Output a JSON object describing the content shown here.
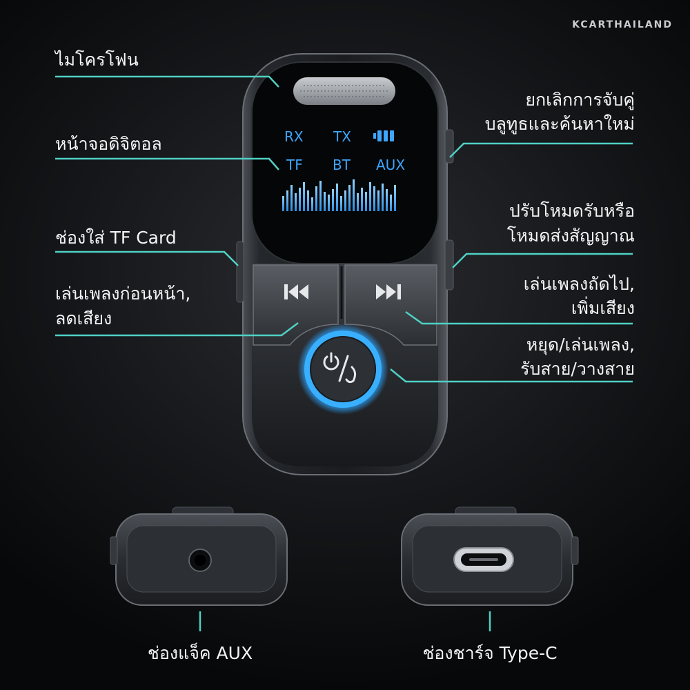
{
  "brand": "KCARTHAILAND",
  "labels": {
    "microphone": "ไมโครโฟน",
    "digital_screen": "หน้าจอดิจิตอล",
    "tf_slot": "ช่องใส่ TF Card",
    "prev_line1": "เล่นเพลงก่อนหน้า,",
    "prev_line2": "ลดเสียง",
    "pair_line1": "ยกเลิกการจับคู่",
    "pair_line2": "บลูทูธและค้นหาใหม่",
    "mode_line1": "ปรับโหมดรับหรือ",
    "mode_line2": "โหมดส่งสัญญาณ",
    "next_line1": "เล่นเพลงถัดไป,",
    "next_line2": "เพิ่มเสียง",
    "play_line1": "หยุด/เล่นเพลง,",
    "play_line2": "รับสาย/วางสาย",
    "aux_jack": "ช่องแจ็ค AUX",
    "typec_port": "ช่องชาร์จ Type-C"
  },
  "screen": {
    "rx": "RX",
    "tx": "TX",
    "tf": "TF",
    "bt": "BT",
    "aux": "AUX"
  },
  "colors": {
    "accent_line": "#4fd1c5",
    "screen_text": "#3ea6ff",
    "ring_glow": "#2aa4ff"
  },
  "icons": {
    "prev": "previous-track-icon",
    "next": "next-track-icon",
    "play": "power-phone-icon",
    "battery": "battery-icon"
  }
}
